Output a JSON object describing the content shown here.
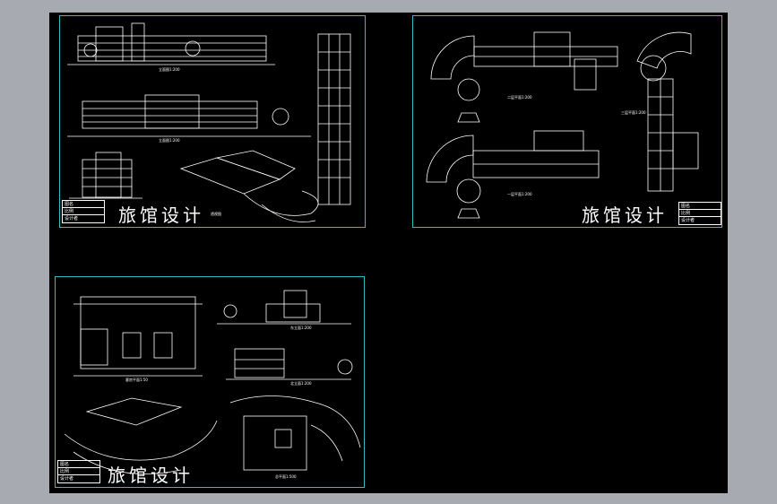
{
  "sheets": [
    {
      "title": "旅馆设计",
      "labels": [
        "立面图1:200",
        "立面图1:200",
        "透视图"
      ],
      "tblock": [
        "图名",
        "比例",
        "设计者"
      ]
    },
    {
      "title": "旅馆设计",
      "labels": [
        "二层平面1:200",
        "一层平面1:200",
        "三层平面1:200"
      ],
      "tblock": [
        "图名",
        "比例",
        "设计者"
      ]
    },
    {
      "title": "旅馆设计",
      "labels": [
        "客房平面1:50",
        "东立面1:200",
        "北立面1:200",
        "总平面1:500"
      ],
      "tblock": [
        "图名",
        "比例",
        "设计者"
      ]
    }
  ],
  "colors": {
    "background": "#a7aab1",
    "canvas": "#000000",
    "sheet_border": "#2fbfb7",
    "linework": "#ffffff"
  }
}
